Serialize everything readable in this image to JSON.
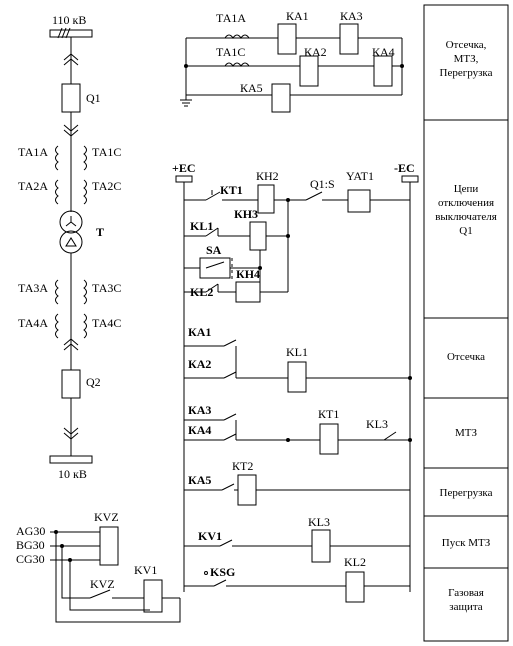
{
  "single_line": {
    "bus_hv": "110 кВ",
    "bus_lv": "10 кВ",
    "breaker_hv": "Q1",
    "breaker_lv": "Q2",
    "ct_hv_a": "ТА1А",
    "ct_hv_c": "ТА1С",
    "ct_hv_a2": "ТА2А",
    "ct_hv_c2": "ТА2С",
    "transformer": "Т",
    "ct_lv_a": "ТА3А",
    "ct_lv_c": "ТА3С",
    "ct_lv_a2": "ТА4А",
    "ct_lv_c2": "ТА4С"
  },
  "current_circuit": {
    "ct_a": "ТА1А",
    "ct_c": "ТА1С",
    "relays": [
      "КА1",
      "КА3",
      "КА2",
      "КА4",
      "КА5"
    ]
  },
  "trip_circuit": {
    "plus_bus": "+ЕС",
    "minus_bus": "-ЕС",
    "kt1": "КТ1",
    "kh2": "КН2",
    "q1s": "Q1:S",
    "yat1": "YAT1",
    "kl1": "KL1",
    "kh3": "КН3",
    "sa": "SA",
    "kl2": "KL2",
    "kh4": "КН4"
  },
  "logic": {
    "ka1": "КА1",
    "ka2": "КА2",
    "kl1_coil": "KL1",
    "ka3": "КА3",
    "ka4": "КА4",
    "kt1_coil": "КТ1",
    "kl3": "KL3",
    "ka5": "КА5",
    "kt2": "КТ2",
    "kv1": "KV1",
    "kl3_coil": "KL3",
    "ksg": "KSG",
    "kl2_coil": "KL2"
  },
  "voltage_circuit": {
    "ag": "AG30",
    "bg": "BG30",
    "cg": "CG30",
    "kvz_coil": "KVZ",
    "kvz_contact": "KVZ",
    "kv1": "KV1"
  },
  "sections": {
    "s1": [
      "Отсечка,",
      "МТЗ,",
      "Перегрузка"
    ],
    "s2": [
      "Цепи",
      "отключения",
      "выключателя",
      "Q1"
    ],
    "s3": "Отсечка",
    "s4": "МТЗ",
    "s5": "Перегрузка",
    "s6": "Пуск МТЗ",
    "s7": [
      "Газовая",
      "защита"
    ]
  }
}
